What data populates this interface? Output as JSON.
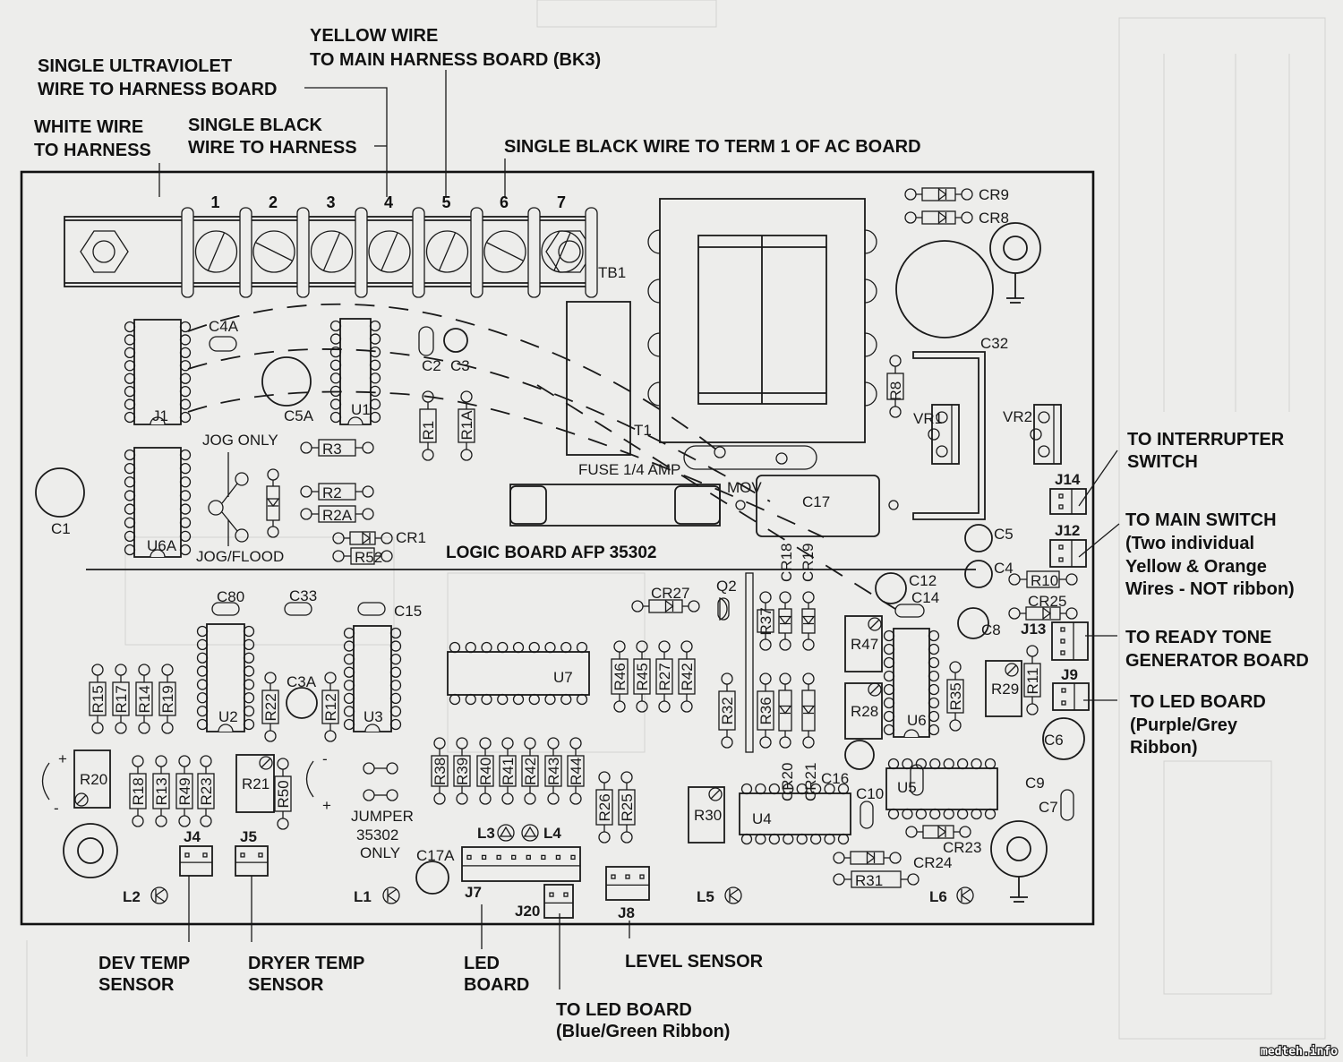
{
  "title": "LOGIC BOARD AFP 35302",
  "board_id": "TB1",
  "terminal_numbers": [
    "1",
    "2",
    "3",
    "4",
    "5",
    "6",
    "7"
  ],
  "top_callouts": {
    "white_wire": [
      "WHITE WIRE",
      "TO HARNESS"
    ],
    "uv_wire": [
      "SINGLE ULTRAVIOLET",
      "WIRE TO HARNESS BOARD"
    ],
    "black_wire": [
      "SINGLE BLACK",
      "WIRE TO HARNESS"
    ],
    "yellow_wire": [
      "YELLOW WIRE",
      "TO MAIN HARNESS BOARD (BK3)"
    ],
    "black_term1": [
      "SINGLE BLACK WIRE TO TERM 1 OF AC BOARD"
    ]
  },
  "right_callouts": {
    "interrupter": [
      "TO INTERRUPTER",
      "SWITCH"
    ],
    "main_switch": [
      "TO MAIN SWITCH",
      "(Two individual",
      "Yellow & Orange",
      "Wires - NOT ribbon)"
    ],
    "ready_tone": [
      "TO READY TONE",
      "GENERATOR BOARD"
    ],
    "led_board": [
      "TO LED BOARD",
      "(Purple/Grey",
      "Ribbon)"
    ]
  },
  "bottom_callouts": {
    "dev_temp": [
      "DEV TEMP",
      "SENSOR"
    ],
    "dryer_temp": [
      "DRYER TEMP",
      "SENSOR"
    ],
    "led_board": [
      "LED",
      "BOARD"
    ],
    "level_sensor": [
      "LEVEL SENSOR"
    ],
    "to_led_board": [
      "TO LED BOARD",
      "(Blue/Green Ribbon)"
    ]
  },
  "components": {
    "ics": [
      "J1",
      "U1",
      "U6A",
      "U2",
      "U3",
      "U7",
      "U6",
      "U5",
      "U4"
    ],
    "transformer": "T1",
    "fuse": "FUSE 1/4 AMP",
    "mov": "MOV",
    "switch_labels": [
      "JOG ONLY",
      "JOG/FLOOD"
    ],
    "jumper": [
      "JUMPER",
      "35302",
      "ONLY"
    ],
    "capacitors": [
      "C1",
      "C2",
      "C3",
      "C4A",
      "C5A",
      "C3A",
      "C80",
      "C33",
      "C15",
      "C32",
      "C17",
      "C17A",
      "C5",
      "C4",
      "C12",
      "C14",
      "C8",
      "C6",
      "C16",
      "C10",
      "C9",
      "C7"
    ],
    "resistors": [
      "R1",
      "R1A",
      "R3",
      "R2",
      "R2A",
      "R52",
      "R8",
      "R10",
      "R11",
      "R15",
      "R17",
      "R14",
      "R19",
      "R22",
      "R12",
      "R18",
      "R13",
      "R49",
      "R23",
      "R50",
      "R38",
      "R39",
      "R40",
      "R41",
      "R42",
      "R43",
      "R44",
      "R46",
      "R45",
      "R27",
      "R42",
      "R32",
      "R37",
      "R36",
      "R35",
      "R26",
      "R25",
      "R31"
    ],
    "trimpots": [
      "R20",
      "R21",
      "R47",
      "R28",
      "R29",
      "R30"
    ],
    "diodes": [
      "CR9",
      "CR8",
      "CR1",
      "CR27",
      "CR25",
      "CR18",
      "CR19",
      "CR20",
      "CR21",
      "CR23",
      "CR24"
    ],
    "regulators": [
      "VR1",
      "VR2"
    ],
    "transistor": "Q2",
    "connectors": [
      "J14",
      "J12",
      "J13",
      "J9",
      "J4",
      "J5",
      "J7",
      "J20",
      "J8"
    ],
    "leds": [
      "L1",
      "L2",
      "L3",
      "L4",
      "L5",
      "L6"
    ]
  },
  "watermark": "medteh.info"
}
